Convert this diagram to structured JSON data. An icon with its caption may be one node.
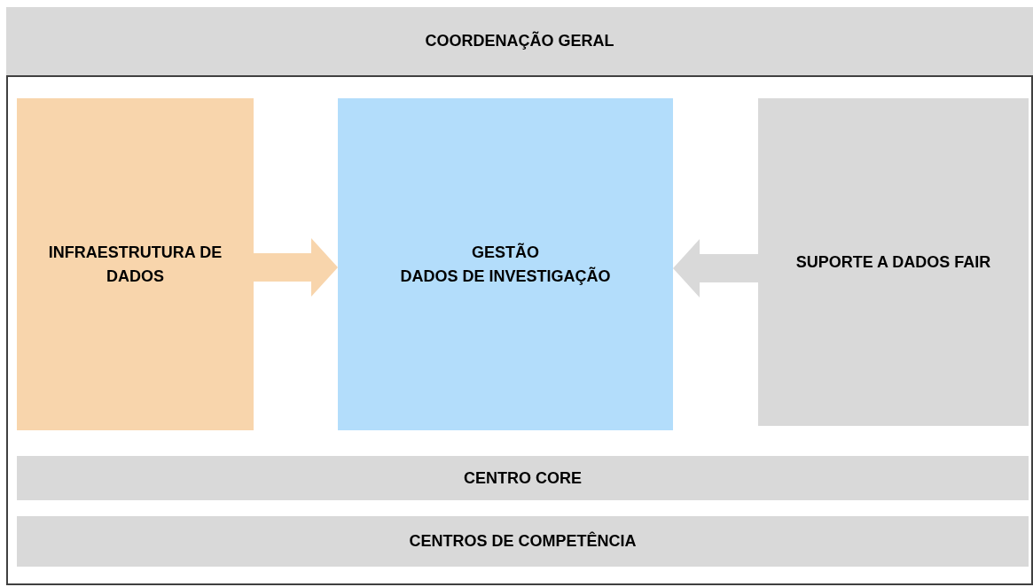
{
  "diagram": {
    "nodes": [
      {
        "text": [
          "COORDENAÇÃO GERAL"
        ]
      },
      {
        "text": [
          "INFRAESTRUTURA DE DADOS"
        ]
      },
      {
        "text": [
          "GESTÃO",
          "DADOS DE INVESTIGAÇÃO"
        ]
      },
      {
        "text": [
          "SUPORTE A DADOS FAIR"
        ]
      },
      {
        "text": [
          "CENTRO CORE"
        ]
      },
      {
        "text": [
          "CENTROS DE COMPETÊNCIA"
        ]
      }
    ],
    "edges": [
      {
        "from": 1,
        "to": 2,
        "arrow": "to",
        "style": "thick",
        "color": "#f8d5ac"
      },
      {
        "from": 3,
        "to": 2,
        "arrow": "to",
        "style": "thick",
        "color": "#d9d9d9"
      }
    ]
  }
}
